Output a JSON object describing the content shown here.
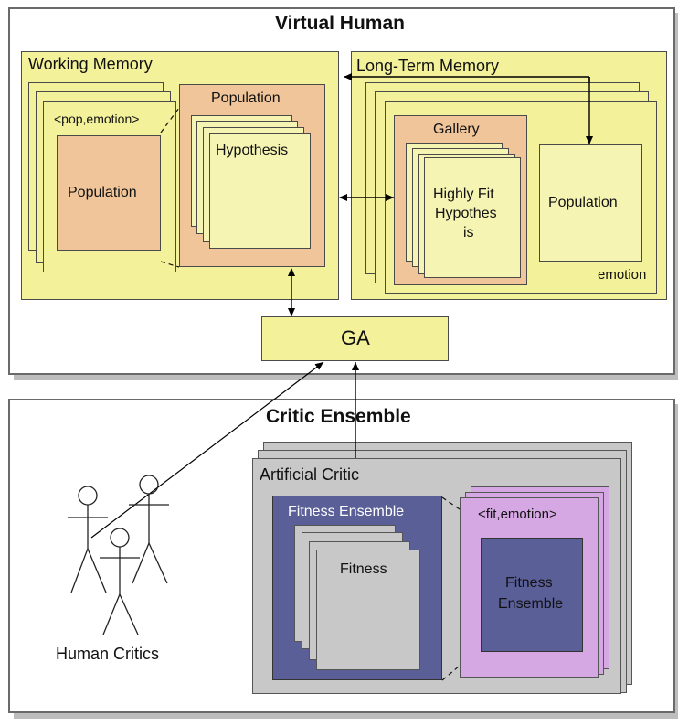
{
  "virtual_human": {
    "title": "Virtual Human",
    "working_memory": {
      "title": "Working Memory",
      "tuple": "<pop,emotion>",
      "population": "Population",
      "population_stack_title": "Population",
      "hypothesis": "Hypothesis"
    },
    "long_term_memory": {
      "title": "Long-Term Memory",
      "gallery": "Gallery",
      "highly_fit": [
        "Highly Fit",
        "Hypothes",
        "is"
      ],
      "population": "Population",
      "emotion": "emotion"
    },
    "ga": "GA"
  },
  "critic_ensemble": {
    "title": "Critic Ensemble",
    "human_critics": "Human Critics",
    "artificial_critic": {
      "title": "Artificial Critic",
      "fitness_ensemble_title": "Fitness Ensemble",
      "fitness": "Fitness",
      "tuple": "<fit,emotion>",
      "fitness_ensemble_inner": [
        "Fitness",
        "Ensemble"
      ]
    }
  },
  "colors": {
    "yellow": "#f3f199",
    "salmon": "#f0c59a",
    "gray": "#c8c8c8",
    "navy": "#5a5f98",
    "violet": "#d6a8e3"
  }
}
